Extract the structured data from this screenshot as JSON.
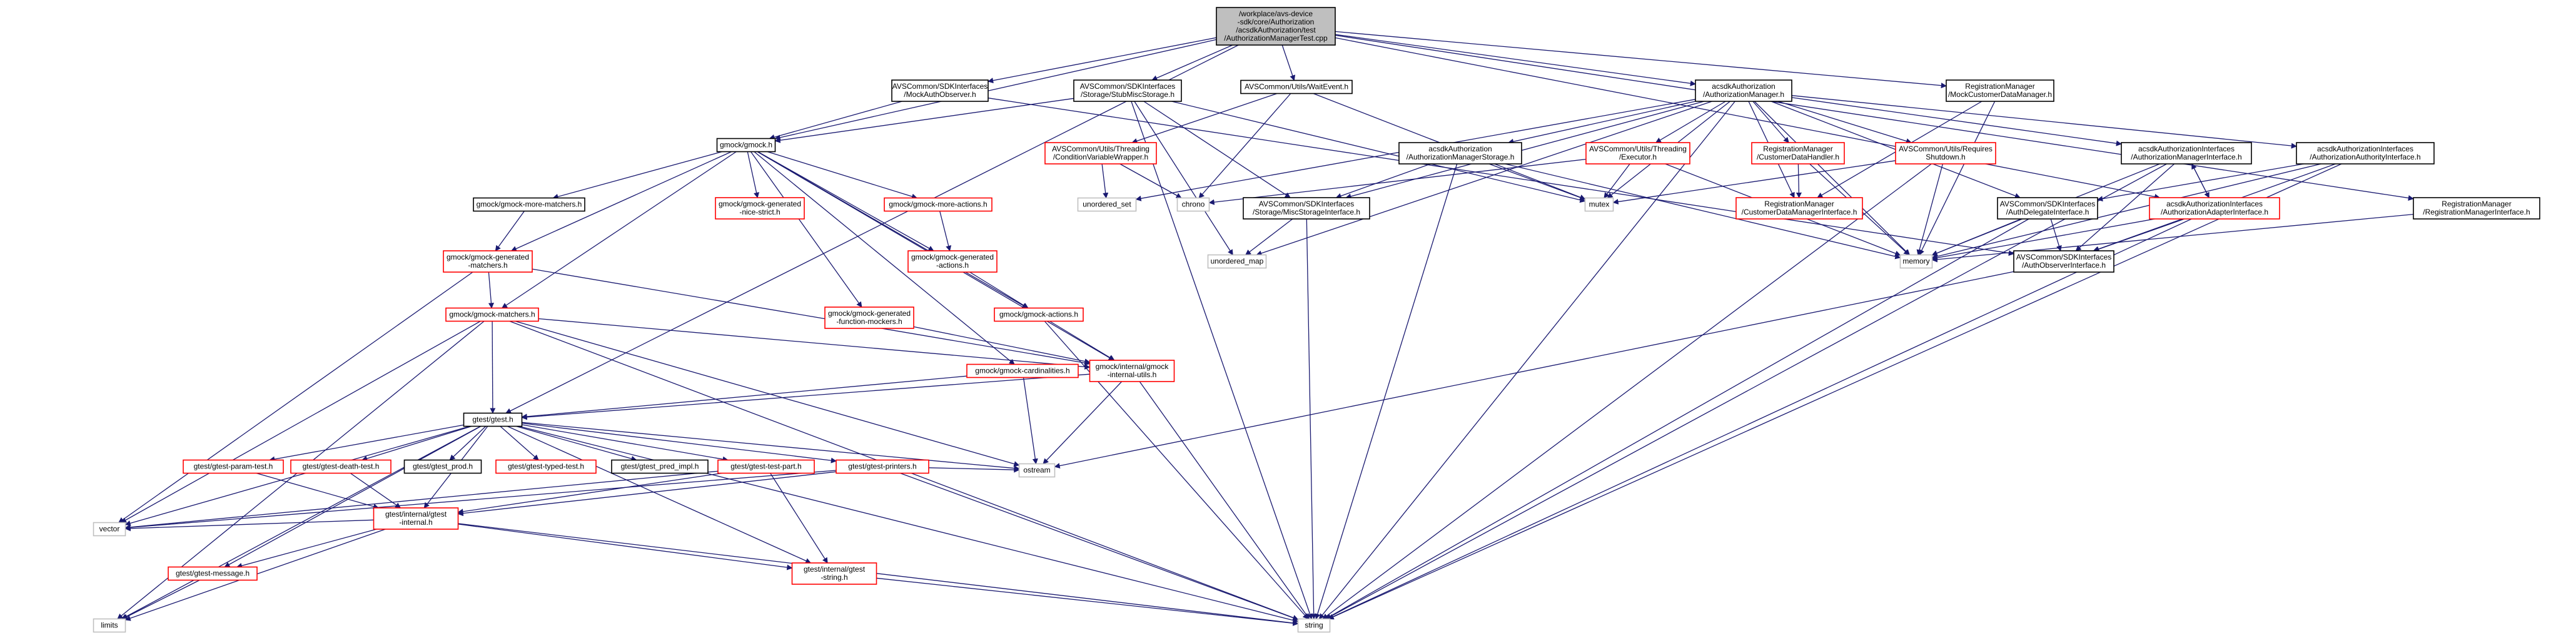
{
  "diagram": {
    "title": "",
    "colors": {
      "edge": "#191970",
      "edge_alt": "#555555",
      "node_border": "#000000",
      "node_border_missing": "#ff0000",
      "node_border_system": "#bfbfbf",
      "root_fill": "#bfbfbf"
    },
    "nodes": [
      {
        "id": "root",
        "style": "root",
        "label": [
          "/workplace/avs-device",
          "-sdk/core/Authorization",
          "/acsdkAuthorization/test",
          "/AuthorizationManagerTest.cpp"
        ]
      },
      {
        "id": "mockauthobserver",
        "style": "black",
        "label": [
          "AVSCommon/SDKInterfaces",
          "/MockAuthObserver.h"
        ]
      },
      {
        "id": "stubmiscstorage",
        "style": "black",
        "label": [
          "AVSCommon/SDKInterfaces",
          "/Storage/StubMiscStorage.h"
        ]
      },
      {
        "id": "waitevent",
        "style": "black",
        "label": [
          "AVSCommon/Utils/WaitEvent.h"
        ]
      },
      {
        "id": "authmanager_h",
        "style": "black",
        "label": [
          "acsdkAuthorization",
          "/AuthorizationManager.h"
        ]
      },
      {
        "id": "mockcustomerdata",
        "style": "black",
        "label": [
          "RegistrationManager",
          "/MockCustomerDataManager.h"
        ]
      },
      {
        "id": "gmock",
        "style": "black",
        "label": [
          "gmock/gmock.h"
        ]
      },
      {
        "id": "condvarwrapper",
        "style": "red",
        "label": [
          "AVSCommon/Utils/Threading",
          "/ConditionVariableWrapper.h"
        ]
      },
      {
        "id": "authmanagerstorage",
        "style": "black",
        "label": [
          "acsdkAuthorization",
          "/AuthorizationManagerStorage.h"
        ]
      },
      {
        "id": "executor",
        "style": "red",
        "label": [
          "AVSCommon/Utils/Threading",
          "/Executor.h"
        ]
      },
      {
        "id": "customerdatahandler",
        "style": "red",
        "label": [
          "RegistrationManager",
          "/CustomerDataHandler.h"
        ]
      },
      {
        "id": "requiresshutdown",
        "style": "red",
        "label": [
          "AVSCommon/Utils/Requires",
          "Shutdown.h"
        ]
      },
      {
        "id": "authmanagerinterface",
        "style": "black",
        "label": [
          "acsdkAuthorizationInterfaces",
          "/AuthorizationManagerInterface.h"
        ]
      },
      {
        "id": "authauthorityinterface",
        "style": "black",
        "label": [
          "acsdkAuthorizationInterfaces",
          "/AuthorizationAuthorityInterface.h"
        ]
      },
      {
        "id": "gmock_more_matchers",
        "style": "black",
        "label": [
          "gmock/gmock-more-matchers.h"
        ]
      },
      {
        "id": "gmock_gen_nice_strict",
        "style": "red",
        "label": [
          "gmock/gmock-generated",
          "-nice-strict.h"
        ]
      },
      {
        "id": "gmock_more_actions",
        "style": "red",
        "label": [
          "gmock/gmock-more-actions.h"
        ]
      },
      {
        "id": "unordered_set",
        "style": "gray",
        "label": [
          "unordered_set"
        ]
      },
      {
        "id": "chrono",
        "style": "gray",
        "label": [
          "chrono"
        ]
      },
      {
        "id": "miscstorageinterface",
        "style": "black",
        "label": [
          "AVSCommon/SDKInterfaces",
          "/Storage/MiscStorageInterface.h"
        ]
      },
      {
        "id": "mutex",
        "style": "gray",
        "label": [
          "mutex"
        ]
      },
      {
        "id": "customerdatamanagerinterface",
        "style": "red",
        "label": [
          "RegistrationManager",
          "/CustomerDataManagerInterface.h"
        ]
      },
      {
        "id": "authdelegateinterface",
        "style": "black",
        "label": [
          "AVSCommon/SDKInterfaces",
          "/AuthDelegateInterface.h"
        ]
      },
      {
        "id": "authadapterinterface",
        "style": "red",
        "label": [
          "acsdkAuthorizationInterfaces",
          "/AuthorizationAdapterInterface.h"
        ]
      },
      {
        "id": "registrationmanagerinterface",
        "style": "black",
        "label": [
          "RegistrationManager",
          "/RegistrationManagerInterface.h"
        ]
      },
      {
        "id": "gmock_gen_matchers",
        "style": "red",
        "label": [
          "gmock/gmock-generated",
          "-matchers.h"
        ]
      },
      {
        "id": "gmock_gen_actions",
        "style": "red",
        "label": [
          "gmock/gmock-generated",
          "-actions.h"
        ]
      },
      {
        "id": "unordered_map",
        "style": "gray",
        "label": [
          "unordered_map"
        ]
      },
      {
        "id": "memory",
        "style": "gray",
        "label": [
          "memory"
        ]
      },
      {
        "id": "authobserverinterface",
        "style": "black",
        "label": [
          "AVSCommon/SDKInterfaces",
          "/AuthObserverInterface.h"
        ]
      },
      {
        "id": "gmock_matchers",
        "style": "red",
        "label": [
          "gmock/gmock-matchers.h"
        ]
      },
      {
        "id": "gmock_gen_function_mockers",
        "style": "red",
        "label": [
          "gmock/gmock-generated",
          "-function-mockers.h"
        ]
      },
      {
        "id": "gmock_actions",
        "style": "red",
        "label": [
          "gmock/gmock-actions.h"
        ]
      },
      {
        "id": "gmock_cardinalities",
        "style": "red",
        "label": [
          "gmock/gmock-cardinalities.h"
        ]
      },
      {
        "id": "gmock_internal_utils",
        "style": "red",
        "label": [
          "gmock/internal/gmock",
          "-internal-utils.h"
        ]
      },
      {
        "id": "gtest",
        "style": "black",
        "label": [
          "gtest/gtest.h"
        ]
      },
      {
        "id": "gtest_param_test",
        "style": "red",
        "label": [
          "gtest/gtest-param-test.h"
        ]
      },
      {
        "id": "gtest_death_test",
        "style": "red",
        "label": [
          "gtest/gtest-death-test.h"
        ]
      },
      {
        "id": "gtest_prod",
        "style": "black",
        "label": [
          "gtest/gtest_prod.h"
        ]
      },
      {
        "id": "gtest_typed_test",
        "style": "red",
        "label": [
          "gtest/gtest-typed-test.h"
        ]
      },
      {
        "id": "gtest_pred_impl",
        "style": "black",
        "label": [
          "gtest/gtest_pred_impl.h"
        ]
      },
      {
        "id": "gtest_test_part",
        "style": "red",
        "label": [
          "gtest/gtest-test-part.h"
        ]
      },
      {
        "id": "gtest_printers",
        "style": "red",
        "label": [
          "gtest/gtest-printers.h"
        ]
      },
      {
        "id": "ostream",
        "style": "gray",
        "label": [
          "ostream"
        ]
      },
      {
        "id": "gtest_internal",
        "style": "red",
        "label": [
          "gtest/internal/gtest",
          "-internal.h"
        ]
      },
      {
        "id": "vector",
        "style": "gray",
        "label": [
          "vector"
        ]
      },
      {
        "id": "gtest_message",
        "style": "red",
        "label": [
          "gtest/gtest-message.h"
        ]
      },
      {
        "id": "gtest_string",
        "style": "red",
        "label": [
          "gtest/internal/gtest",
          "-string.h"
        ]
      },
      {
        "id": "limits",
        "style": "gray",
        "label": [
          "limits"
        ]
      },
      {
        "id": "string",
        "style": "gray",
        "label": [
          "string"
        ]
      }
    ],
    "edges": [
      [
        "root",
        "mockauthobserver"
      ],
      [
        "root",
        "stubmiscstorage"
      ],
      [
        "root",
        "waitevent"
      ],
      [
        "root",
        "authmanager_h"
      ],
      [
        "root",
        "mockcustomerdata"
      ],
      [
        "root",
        "gmock"
      ],
      [
        "root",
        "gtest"
      ],
      [
        "root",
        "authadapterinterface"
      ],
      [
        "root",
        "registrationmanagerinterface"
      ],
      [
        "mockauthobserver",
        "gmock"
      ],
      [
        "mockauthobserver",
        "authobserverinterface"
      ],
      [
        "stubmiscstorage",
        "gmock"
      ],
      [
        "stubmiscstorage",
        "miscstorageinterface"
      ],
      [
        "stubmiscstorage",
        "mutex"
      ],
      [
        "stubmiscstorage",
        "unordered_map"
      ],
      [
        "stubmiscstorage",
        "string"
      ],
      [
        "waitevent",
        "condvarwrapper"
      ],
      [
        "waitevent",
        "chrono"
      ],
      [
        "waitevent",
        "mutex"
      ],
      [
        "authmanager_h",
        "authmanagerstorage"
      ],
      [
        "authmanager_h",
        "executor"
      ],
      [
        "authmanager_h",
        "customerdatahandler"
      ],
      [
        "authmanager_h",
        "requiresshutdown"
      ],
      [
        "authmanager_h",
        "authmanagerinterface"
      ],
      [
        "authmanager_h",
        "authauthorityinterface"
      ],
      [
        "authmanager_h",
        "miscstorageinterface"
      ],
      [
        "authmanager_h",
        "customerdatamanagerinterface"
      ],
      [
        "authmanager_h",
        "unordered_set"
      ],
      [
        "authmanager_h",
        "unordered_map"
      ],
      [
        "authmanager_h",
        "mutex"
      ],
      [
        "authmanager_h",
        "memory"
      ],
      [
        "authmanager_h",
        "string"
      ],
      [
        "authmanager_h",
        "authdelegateinterface"
      ],
      [
        "mockcustomerdata",
        "customerdatamanagerinterface"
      ],
      [
        "mockcustomerdata",
        "memory"
      ],
      [
        "gmock",
        "gmock_more_matchers"
      ],
      [
        "gmock",
        "gmock_gen_nice_strict"
      ],
      [
        "gmock",
        "gmock_more_actions"
      ],
      [
        "gmock",
        "gmock_gen_matchers"
      ],
      [
        "gmock",
        "gmock_gen_actions"
      ],
      [
        "gmock",
        "gmock_gen_function_mockers"
      ],
      [
        "gmock",
        "gmock_actions"
      ],
      [
        "gmock",
        "gmock_cardinalities"
      ],
      [
        "gmock",
        "gmock_matchers"
      ],
      [
        "gmock",
        "gmock_internal_utils"
      ],
      [
        "condvarwrapper",
        "unordered_set"
      ],
      [
        "condvarwrapper",
        "chrono"
      ],
      [
        "authmanagerstorage",
        "miscstorageinterface"
      ],
      [
        "authmanagerstorage",
        "mutex"
      ],
      [
        "authmanagerstorage",
        "memory"
      ],
      [
        "authmanagerstorage",
        "string"
      ],
      [
        "executor",
        "chrono"
      ],
      [
        "executor",
        "mutex"
      ],
      [
        "executor",
        "memory"
      ],
      [
        "customerdatahandler",
        "customerdatamanagerinterface"
      ],
      [
        "customerdatahandler",
        "memory"
      ],
      [
        "requiresshutdown",
        "memory"
      ],
      [
        "requiresshutdown",
        "mutex"
      ],
      [
        "requiresshutdown",
        "string"
      ],
      [
        "authmanagerinterface",
        "authadapterinterface"
      ],
      [
        "authmanagerinterface",
        "authobserverinterface"
      ],
      [
        "authmanagerinterface",
        "memory"
      ],
      [
        "authmanagerinterface",
        "string"
      ],
      [
        "authauthorityinterface",
        "authdelegateinterface"
      ],
      [
        "authauthorityinterface",
        "authobserverinterface"
      ],
      [
        "authauthorityinterface",
        "memory"
      ],
      [
        "authauthorityinterface",
        "string"
      ],
      [
        "authadapterinterface",
        "authmanagerinterface"
      ],
      [
        "authadapterinterface",
        "authobserverinterface"
      ],
      [
        "authadapterinterface",
        "memory"
      ],
      [
        "authadapterinterface",
        "string"
      ],
      [
        "authdelegateinterface",
        "authobserverinterface"
      ],
      [
        "authdelegateinterface",
        "memory"
      ],
      [
        "authdelegateinterface",
        "string"
      ],
      [
        "registrationmanagerinterface",
        "memory"
      ],
      [
        "miscstorageinterface",
        "string"
      ],
      [
        "miscstorageinterface",
        "unordered_map"
      ],
      [
        "gmock_more_matchers",
        "gmock_gen_matchers"
      ],
      [
        "gmock_more_actions",
        "gmock_gen_actions"
      ],
      [
        "gmock_gen_matchers",
        "gmock_matchers"
      ],
      [
        "gmock_gen_matchers",
        "vector"
      ],
      [
        "gmock_gen_matchers",
        "gmock_internal_utils"
      ],
      [
        "gmock_gen_actions",
        "gmock_actions"
      ],
      [
        "gmock_gen_function_mockers",
        "gmock_internal_utils"
      ],
      [
        "gmock_actions",
        "gmock_internal_utils"
      ],
      [
        "gmock_actions",
        "string"
      ],
      [
        "gmock_matchers",
        "gtest"
      ],
      [
        "gmock_matchers",
        "gmock_internal_utils"
      ],
      [
        "gmock_matchers",
        "limits"
      ],
      [
        "gmock_matchers",
        "ostream"
      ],
      [
        "gmock_matchers",
        "string"
      ],
      [
        "gmock_matchers",
        "vector"
      ],
      [
        "gmock_cardinalities",
        "gtest"
      ],
      [
        "gmock_cardinalities",
        "ostream"
      ],
      [
        "gmock_internal_utils",
        "gtest"
      ],
      [
        "gmock_internal_utils",
        "ostream"
      ],
      [
        "gmock_internal_utils",
        "string"
      ],
      [
        "authobserverinterface",
        "ostream"
      ],
      [
        "gtest",
        "gtest_param_test"
      ],
      [
        "gtest",
        "gtest_death_test"
      ],
      [
        "gtest",
        "gtest_prod"
      ],
      [
        "gtest",
        "gtest_typed_test"
      ],
      [
        "gtest",
        "gtest_pred_impl"
      ],
      [
        "gtest",
        "gtest_test_part"
      ],
      [
        "gtest",
        "gtest_printers"
      ],
      [
        "gtest",
        "gtest_internal"
      ],
      [
        "gtest",
        "gtest_message"
      ],
      [
        "gtest",
        "gtest_string"
      ],
      [
        "gtest",
        "ostream"
      ],
      [
        "gtest",
        "vector"
      ],
      [
        "gtest",
        "limits"
      ],
      [
        "gtest",
        "string"
      ],
      [
        "gtest_param_test",
        "gtest_internal"
      ],
      [
        "gtest_death_test",
        "gtest_internal"
      ],
      [
        "gtest_test_part",
        "gtest_internal"
      ],
      [
        "gtest_test_part",
        "gtest_string"
      ],
      [
        "gtest_test_part",
        "vector"
      ],
      [
        "gtest_printers",
        "gtest_internal"
      ],
      [
        "gtest_printers",
        "ostream"
      ],
      [
        "gtest_printers",
        "string"
      ],
      [
        "gtest_printers",
        "vector"
      ],
      [
        "gtest_internal",
        "gtest_message"
      ],
      [
        "gtest_internal",
        "gtest_string"
      ],
      [
        "gtest_internal",
        "vector"
      ],
      [
        "gtest_internal",
        "limits"
      ],
      [
        "gtest_internal",
        "string"
      ],
      [
        "gtest_message",
        "limits"
      ],
      [
        "gtest_string",
        "string"
      ]
    ]
  }
}
